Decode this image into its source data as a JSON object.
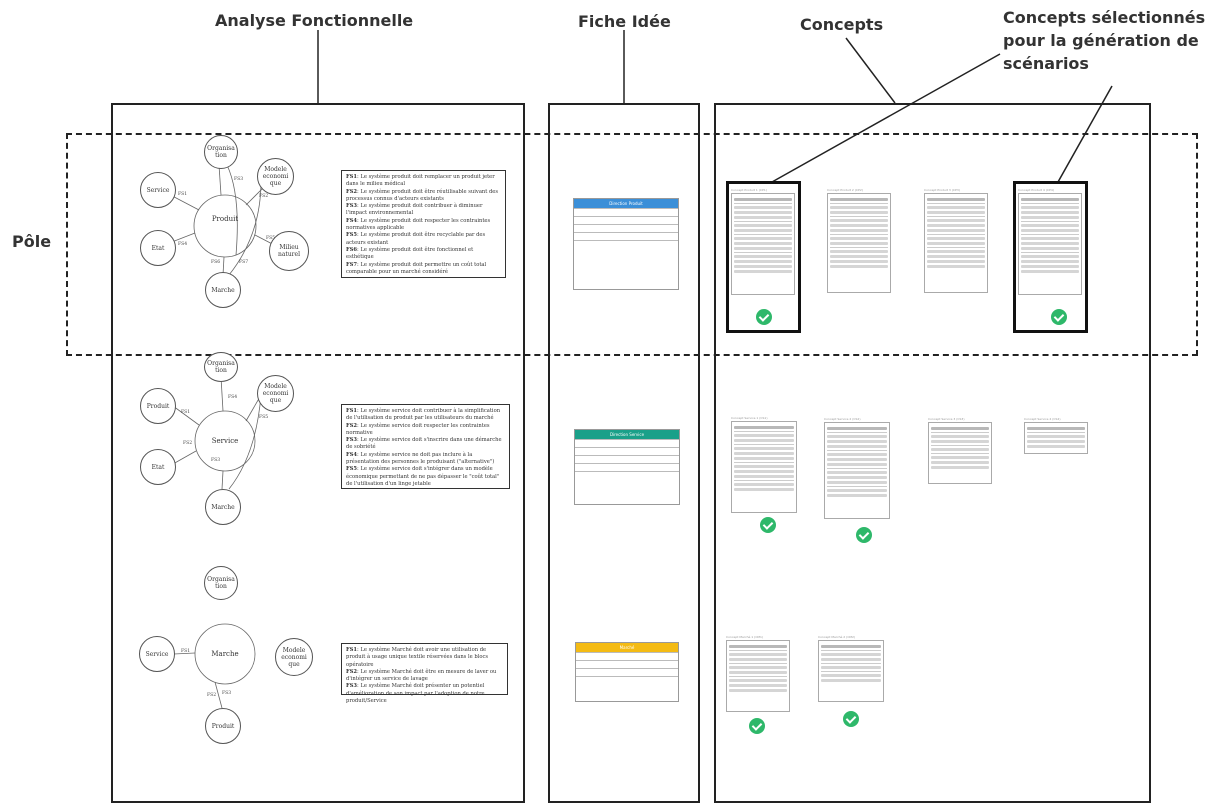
{
  "headings": {
    "analyse": "Analyse Fonctionnelle",
    "fiche": "Fiche Idée",
    "concepts": "Concepts",
    "selected_lines": [
      "Concepts sélectionnés",
      "pour la génération de",
      "scénarios"
    ],
    "pole": "Pôle"
  },
  "rows": [
    {
      "id": "produit",
      "center": "Produit",
      "nodes": [
        "Organisa tion",
        "Modele economi que",
        "Service",
        "Etat",
        "Milieu naturel",
        "Marche"
      ],
      "edge_labels": [
        "FS1",
        "FS2",
        "FS3",
        "FS4",
        "FS5",
        "FS6",
        "FS7"
      ],
      "functions": [
        {
          "code": "FS1",
          "text": ": Le système produit doit remplacer un produit jeter dans le milieu médical"
        },
        {
          "code": "FS2",
          "text": ": Le système produit doit être réutilisable suivant des processus connus d'acteurs existants"
        },
        {
          "code": "FS3",
          "text": ": Le système produit doit contribuer à diminuer l'impact environnemental"
        },
        {
          "code": "FS4",
          "text": ": Le système produit doit respecter les contraintes normatives applicable"
        },
        {
          "code": "FS5",
          "text": ": Le système produit doit être recyclable par des acteurs existant"
        },
        {
          "code": "FS6",
          "text": ": Le système produit doit être fonctionnel et esthétique"
        },
        {
          "code": "FS7",
          "text": ": Le système produit doit permettre un coût total comparable pour un marché considéré"
        }
      ],
      "fiche": {
        "color": "#3b8fd8",
        "title": "Direction Produit"
      },
      "concepts": [
        {
          "title": "Concept Produit 1 (CP1)",
          "selected": true
        },
        {
          "title": "Concept Produit 2 (CP2)",
          "selected": false
        },
        {
          "title": "Concept Produit 3 (CP3)",
          "selected": false
        },
        {
          "title": "Concept Produit 4 (CP4)",
          "selected": true
        }
      ]
    },
    {
      "id": "service",
      "center": "Service",
      "nodes": [
        "Organisa tion",
        "Modele economi que",
        "Produit",
        "Etat",
        "Marche"
      ],
      "edge_labels": [
        "FS1",
        "FS2",
        "FS3",
        "FS4",
        "FS5"
      ],
      "functions": [
        {
          "code": "FS1",
          "text": ": Le système service doit contribuer à la simplification de l'utilisation du produit par les utilisateurs du marché"
        },
        {
          "code": "FS2",
          "text": ": Le système service doit respecter les contraintes normative"
        },
        {
          "code": "FS3",
          "text": ": Le système service doit s'inscrire dans une démarche de sobriété"
        },
        {
          "code": "FS4",
          "text": ": Le système service ne doit pas inclure à la présentation des personnes le produisant (\"alternative\")"
        },
        {
          "code": "FS5",
          "text": ": Le système service doit s'intégrer dans un modèle économique permettant de ne pas dépasser le \"coût total\" de l'utilisation d'un linge jetable"
        }
      ],
      "fiche": {
        "color": "#1aa089",
        "title": "Direction Service"
      },
      "concepts": [
        {
          "title": "Concept Service 1 (CS1)",
          "selected": true
        },
        {
          "title": "Concept Service 2 (CS2)",
          "selected": true
        },
        {
          "title": "Concept Service 3 (CS3)",
          "selected": false
        },
        {
          "title": "Concept Service 4 (CS4)",
          "selected": false
        }
      ]
    },
    {
      "id": "marche",
      "center": "Marche",
      "nodes": [
        "Organisa tion",
        "Service",
        "Modele economi que",
        "Produit"
      ],
      "edge_labels": [
        "FS1",
        "FS2",
        "FS3"
      ],
      "functions": [
        {
          "code": "FS1",
          "text": ": Le système Marché doit avoir une utilisation de produit à usage unique textile réservées dans le blocs opératoire"
        },
        {
          "code": "FS2",
          "text": ": Le système Marché doit être en mesure de laver ou d'intégrer un service de lavage"
        },
        {
          "code": "FS3",
          "text": ": Le système Marché doit présenter un potentiel d'amélioration de son impact par l'adoption de notre produit/Service"
        }
      ],
      "fiche": {
        "color": "#f4bb14",
        "title": "Marché"
      },
      "concepts": [
        {
          "title": "Concept Marché 1 (CM1)",
          "selected": true
        },
        {
          "title": "Concept Marché 2 (CM2)",
          "selected": true
        }
      ]
    }
  ],
  "colors": {
    "check": "#2eb86a",
    "border": "#222222"
  },
  "icons": {
    "selected": "check-circle-icon"
  }
}
